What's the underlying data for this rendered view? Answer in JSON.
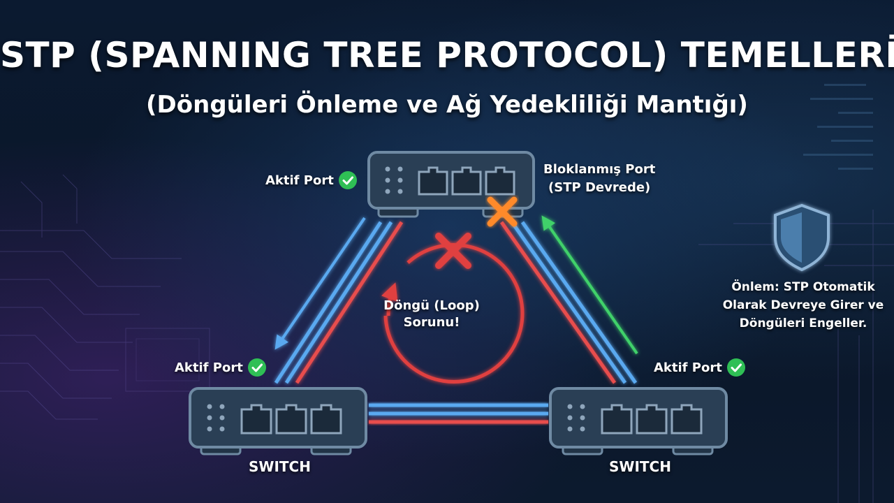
{
  "header": {
    "title": "STP (SPANNING TREE PROTOCOL) TEMELLERİ",
    "subtitle": "(Döngüleri Önleme ve Ağ Yedekliliği Mantığı)"
  },
  "labels": {
    "active_port_top": "Aktif Port",
    "active_port_left": "Aktif Port",
    "active_port_right": "Aktif Port",
    "blocked_port_line1": "Bloklanmış Port",
    "blocked_port_line2": "(STP Devrede)",
    "loop_line1": "Döngü (Loop)",
    "loop_line2": "Sorunu!",
    "prevention_line1": "Önlem: STP Otomatik",
    "prevention_line2": "Olarak Devreye Girer ve",
    "prevention_line3": "Döngüleri Engeller.",
    "switch_left": "SWITCH",
    "switch_right": "SWITCH"
  },
  "colors": {
    "background": "#0a1628",
    "switch_body": "#2a3f55",
    "switch_border": "#6f8aa3",
    "link_blue": "#5aa9f0",
    "link_red": "#e84d4d",
    "link_green": "#3fd16a",
    "blocked_marker": "#ff8a2a",
    "loop_red": "#e0413f",
    "check_green": "#2fbf55",
    "shield": "#3f6f9a"
  },
  "icons": {
    "active_port": "check-circle-icon",
    "blocked_port": "orange-x-icon",
    "loop": "circular-arrow-icon",
    "loop_broken": "red-x-icon",
    "prevention": "shield-icon",
    "device": "network-switch-icon"
  }
}
